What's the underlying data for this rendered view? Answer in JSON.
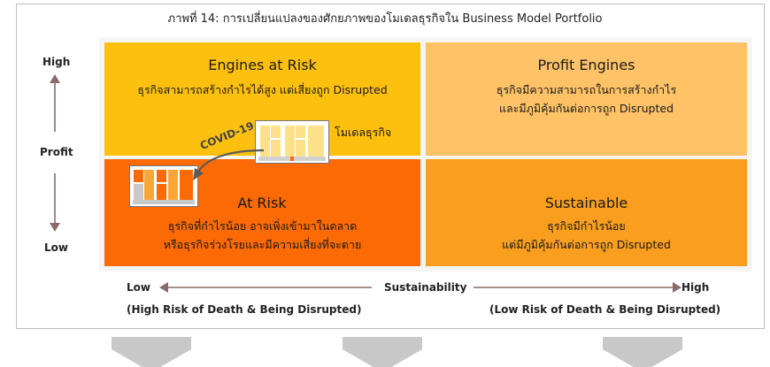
{
  "title": "ภาพที่ 14: การเปลี่ยนแปลงของศักยภาพของโมเดลธุรกิจใน Business Model Portfolio",
  "quadrants": {
    "top_left": {
      "title": "Engines at Risk",
      "desc": [
        "ธุรกิจสามารถสร้างกำไรได้สูง แต่เสี่ยงถูก Disrupted"
      ]
    },
    "top_right": {
      "title": "Profit Engines",
      "desc": [
        "ธุรกิจมีความสามารถในการสร้างกำไร",
        "และมีภูมิคุ้มกันต่อการถูก Disrupted"
      ]
    },
    "bottom_left": {
      "title": "At Risk",
      "desc": [
        "ธุรกิจที่กำไรน้อย อาจเพิ่งเข้ามาในตลาด",
        "หรือธุรกิจร่วงโรยและมีความเสี่ยงที่จะตาย"
      ]
    },
    "bottom_right": {
      "title": "Sustainable",
      "desc": [
        "ธุรกิจมีกำไรน้อย",
        "แต่มีภูมิคุ้มกันต่อการถูก Disrupted"
      ]
    }
  },
  "y_axis": {
    "high": "High",
    "label": "Profit",
    "low": "Low"
  },
  "x_axis": {
    "low": "Low",
    "label": "Sustainability",
    "high": "High",
    "low_note": "(High Risk of Death & Being Disrupted)",
    "high_note": "(Low Risk of Death & Being Disrupted)"
  },
  "business_model_label": "โมเดลธุรกิจ",
  "covid_label": "COVID-19",
  "colors": {
    "engines_at_risk": "#fdc00f",
    "profit_engines": "#ffc266",
    "at_risk": "#fb6a04",
    "sustainable": "#f99e1f"
  }
}
